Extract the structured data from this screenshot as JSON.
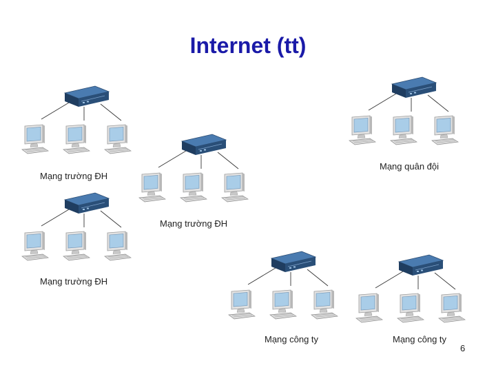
{
  "slide": {
    "title": "Internet (tt)",
    "page_number": "6"
  },
  "networks": [
    {
      "id": "truong-dh-1",
      "label": "Mạng trường ĐH"
    },
    {
      "id": "truong-dh-2",
      "label": "Mạng trường ĐH"
    },
    {
      "id": "truong-dh-3",
      "label": "Mạng trường ĐH"
    },
    {
      "id": "quan-doi",
      "label": "Mạng quân đội"
    },
    {
      "id": "cong-ty-1",
      "label": "Mạng công ty"
    },
    {
      "id": "cong-ty-2",
      "label": "Mạng công ty"
    }
  ],
  "colors": {
    "title": "#1a1aa8",
    "switch_top": "#4a7bb0",
    "switch_front": "#2a4f78",
    "monitor_screen": "#a9cde8",
    "device_body": "#d9d9d9",
    "cable": "#333333"
  }
}
